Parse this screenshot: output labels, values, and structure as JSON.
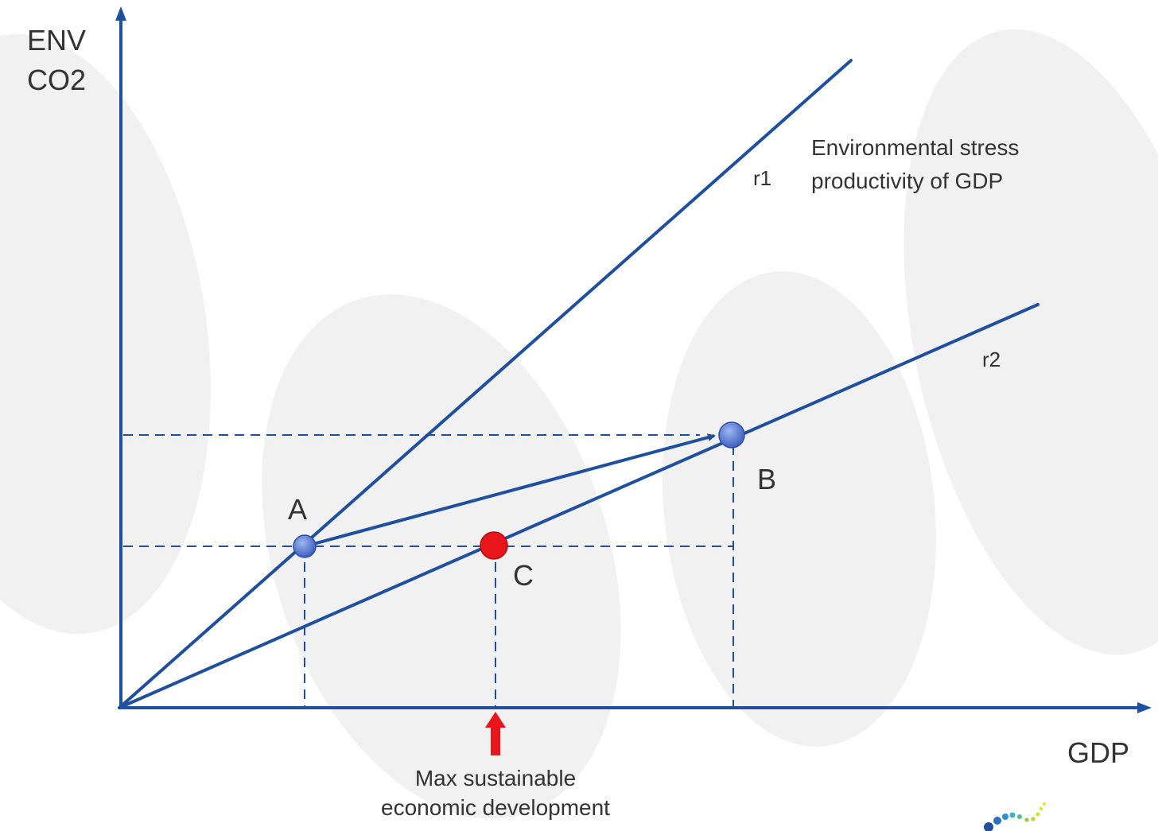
{
  "diagram": {
    "y_axis": {
      "line1": "ENV",
      "line2": "CO2"
    },
    "x_axis": {
      "label": "GDP"
    },
    "lines": [
      {
        "id": "r1",
        "label": "r1"
      },
      {
        "id": "r2",
        "label": "r2"
      }
    ],
    "points": [
      {
        "id": "A",
        "label": "A",
        "color": "#4f6fcf"
      },
      {
        "id": "B",
        "label": "B",
        "color": "#4f6fcf"
      },
      {
        "id": "C",
        "label": "C",
        "color": "#e8151b"
      }
    ],
    "annotation": {
      "line1": "Environmental stress",
      "line2": "productivity of GDP"
    },
    "marker_caption": {
      "line1": "Max sustainable",
      "line2": "economic development"
    },
    "colors": {
      "axis": "#1f4f9f",
      "lines": "#1f4f9f",
      "marker_arrow": "#e8151b",
      "background_blobs": "#ececec"
    }
  }
}
